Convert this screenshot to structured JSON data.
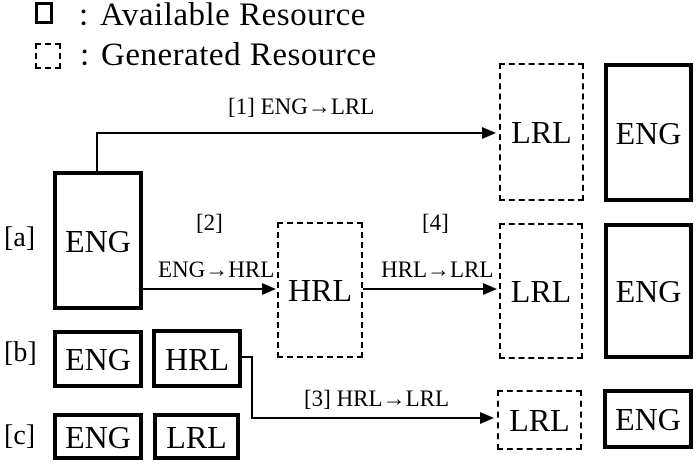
{
  "legend": {
    "colon": ":",
    "available_label": "Available Resource",
    "generated_label": "Generated Resource"
  },
  "row_labels": {
    "a": "[a]",
    "b": "[b]",
    "c": "[c]"
  },
  "boxes": {
    "eng_a": "ENG",
    "hrl_generated": "HRL",
    "lrl_row1": "LRL",
    "eng_row1": "ENG",
    "lrl_row2": "LRL",
    "eng_row2": "ENG",
    "lrl_row3": "LRL",
    "eng_row3": "ENG",
    "eng_b": "ENG",
    "hrl_b": "HRL",
    "eng_c": "ENG",
    "lrl_c": "LRL"
  },
  "arrows": {
    "step1_label": "[1] ENG→LRL",
    "step2_number": "[2]",
    "step2_label": "ENG→HRL",
    "step3_label": "[3] HRL→LRL",
    "step4_number": "[4]",
    "step4_label": "HRL→LRL"
  },
  "colors": {
    "ink": "#000000",
    "background": "#ffffff"
  }
}
